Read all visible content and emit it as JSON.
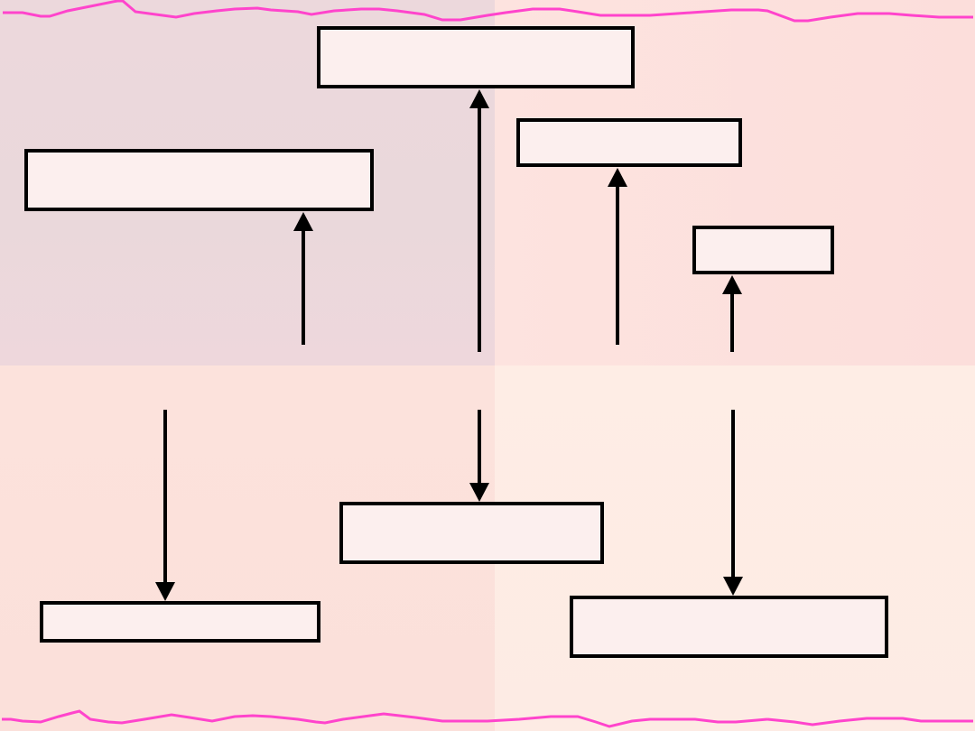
{
  "diagram": {
    "title": "",
    "colors": {
      "border_wave": "#ff44cc",
      "box_fill": "#fcefee",
      "box_stroke": "#000000",
      "arrow": "#000000",
      "background_top_left": "#ecd8dc",
      "background_top_right": "#fcdfdb",
      "background_bottom_left": "#fce1db",
      "background_bottom_right": "#fdece5"
    },
    "boxes": [
      {
        "id": "box-top-center",
        "label": ""
      },
      {
        "id": "box-upper-left",
        "label": ""
      },
      {
        "id": "box-upper-right",
        "label": ""
      },
      {
        "id": "box-small-right",
        "label": ""
      },
      {
        "id": "box-lower-center",
        "label": ""
      },
      {
        "id": "box-lower-left",
        "label": ""
      },
      {
        "id": "box-lower-right",
        "label": ""
      }
    ],
    "arrows": [
      {
        "id": "arrow-to-upper-left",
        "direction": "up",
        "target": "box-upper-left"
      },
      {
        "id": "arrow-to-top-center",
        "direction": "up",
        "target": "box-top-center"
      },
      {
        "id": "arrow-to-upper-right",
        "direction": "up",
        "target": "box-upper-right"
      },
      {
        "id": "arrow-to-small-right",
        "direction": "up",
        "target": "box-small-right"
      },
      {
        "id": "arrow-to-lower-left",
        "direction": "down",
        "target": "box-lower-left"
      },
      {
        "id": "arrow-to-lower-center",
        "direction": "down",
        "target": "box-lower-center"
      },
      {
        "id": "arrow-to-lower-right",
        "direction": "down",
        "target": "box-lower-right"
      }
    ]
  }
}
